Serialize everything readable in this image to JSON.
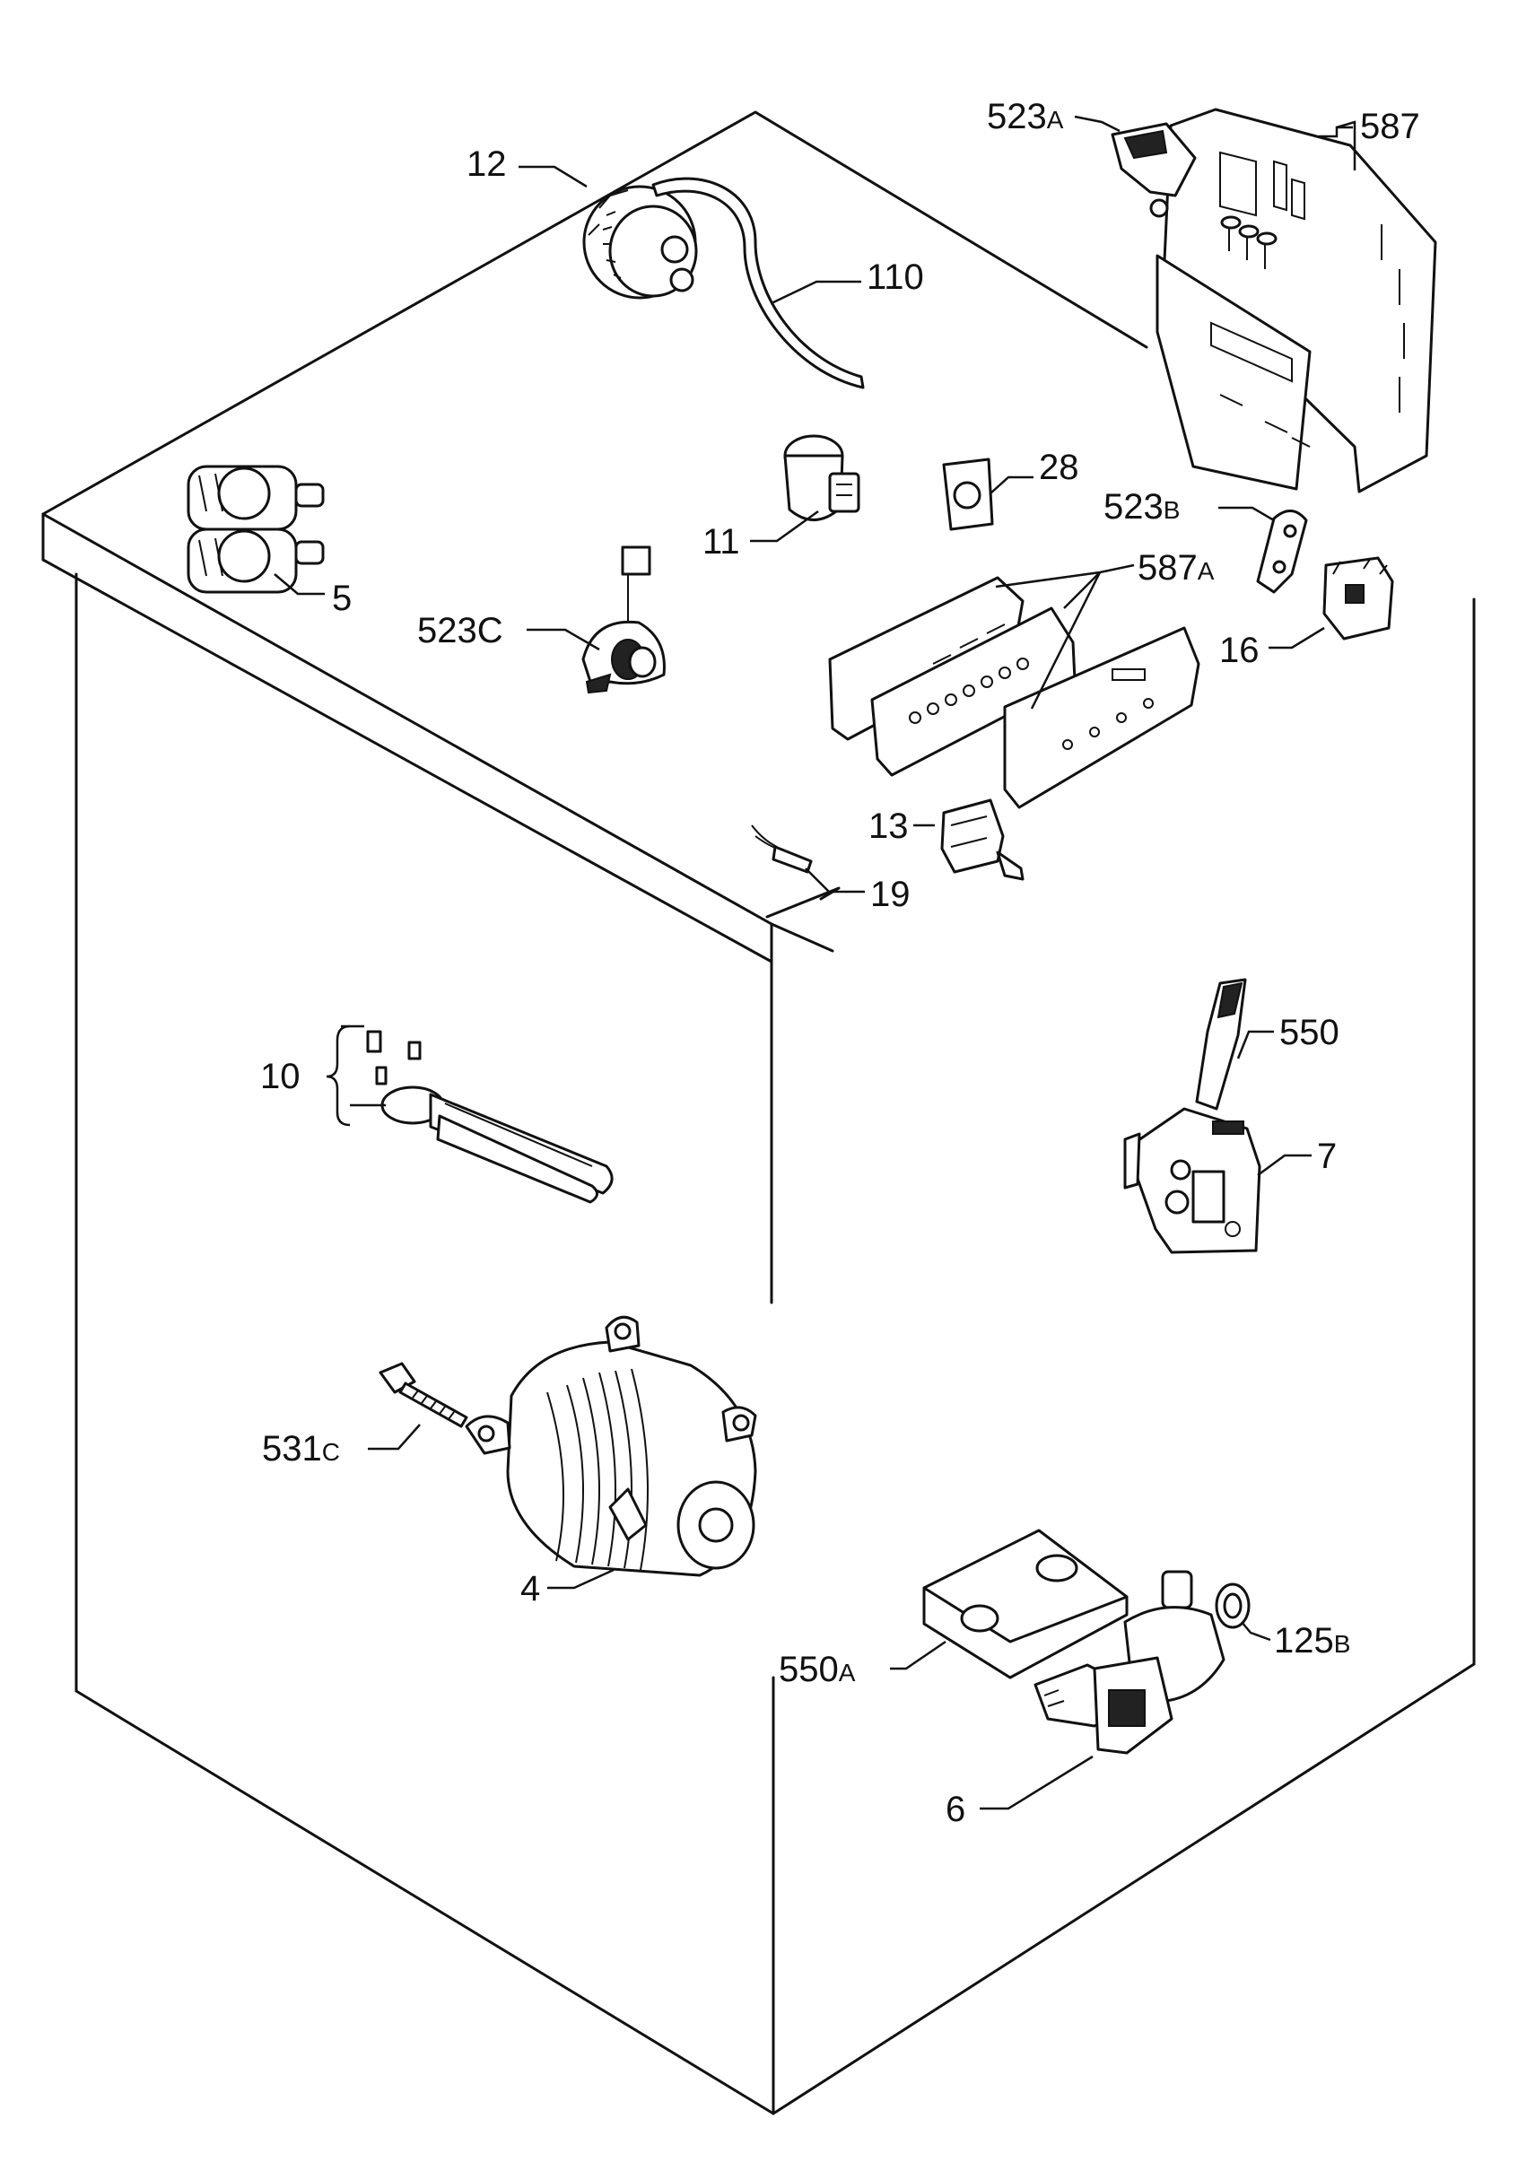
{
  "diagram": {
    "type": "exploded-parts-diagram",
    "subject": "washing machine cabinet",
    "parts": [
      {
        "id": "12",
        "label": "12",
        "suffix": ""
      },
      {
        "id": "110",
        "label": "110",
        "suffix": ""
      },
      {
        "id": "523a",
        "label": "523",
        "suffix": "A"
      },
      {
        "id": "587",
        "label": "587",
        "suffix": ""
      },
      {
        "id": "28",
        "label": "28",
        "suffix": ""
      },
      {
        "id": "11",
        "label": "11",
        "suffix": ""
      },
      {
        "id": "5",
        "label": "5",
        "suffix": ""
      },
      {
        "id": "523b",
        "label": "523",
        "suffix": "B"
      },
      {
        "id": "587a",
        "label": "587",
        "suffix": "A"
      },
      {
        "id": "523c",
        "label": "523C",
        "suffix": ""
      },
      {
        "id": "16",
        "label": "16",
        "suffix": ""
      },
      {
        "id": "13",
        "label": "13",
        "suffix": ""
      },
      {
        "id": "19",
        "label": "19",
        "suffix": ""
      },
      {
        "id": "10",
        "label": "10",
        "suffix": ""
      },
      {
        "id": "550",
        "label": "550",
        "suffix": ""
      },
      {
        "id": "7",
        "label": "7",
        "suffix": ""
      },
      {
        "id": "531c",
        "label": "531",
        "suffix": "C"
      },
      {
        "id": "4",
        "label": "4",
        "suffix": ""
      },
      {
        "id": "125b",
        "label": "125",
        "suffix": "B"
      },
      {
        "id": "550a",
        "label": "550",
        "suffix": "A"
      },
      {
        "id": "6",
        "label": "6",
        "suffix": ""
      }
    ]
  }
}
